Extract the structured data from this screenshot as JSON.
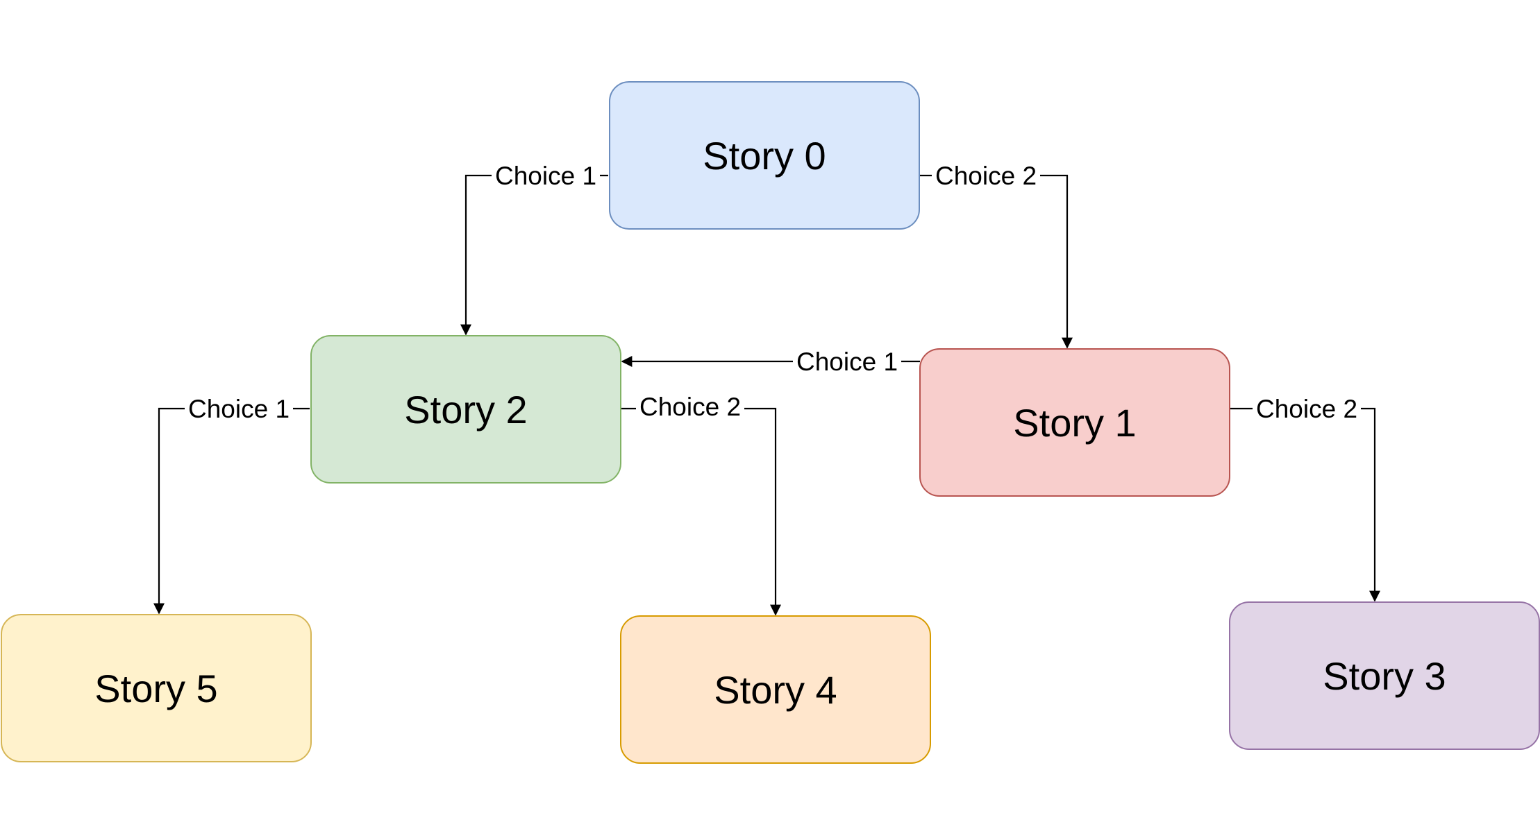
{
  "nodes": [
    {
      "id": "story-0",
      "label": "Story 0",
      "fill": "#dae8fc",
      "stroke": "#6c8ebf"
    },
    {
      "id": "story-1",
      "label": "Story 1",
      "fill": "#f8cecc",
      "stroke": "#b85450"
    },
    {
      "id": "story-2",
      "label": "Story 2",
      "fill": "#d5e8d4",
      "stroke": "#82b366"
    },
    {
      "id": "story-3",
      "label": "Story 3",
      "fill": "#e1d5e7",
      "stroke": "#9673a6"
    },
    {
      "id": "story-4",
      "label": "Story 4",
      "fill": "#ffe6cc",
      "stroke": "#d79b00"
    },
    {
      "id": "story-5",
      "label": "Story 5",
      "fill": "#fff2cc",
      "stroke": "#d6b656"
    }
  ],
  "edges": [
    {
      "id": "story0-choice1",
      "from": "story-0",
      "to": "story-2",
      "label": "Choice 1"
    },
    {
      "id": "story0-choice2",
      "from": "story-0",
      "to": "story-1",
      "label": "Choice 2"
    },
    {
      "id": "story1-choice1",
      "from": "story-1",
      "to": "story-2",
      "label": "Choice 1"
    },
    {
      "id": "story1-choice2",
      "from": "story-1",
      "to": "story-3",
      "label": "Choice 2"
    },
    {
      "id": "story2-choice1",
      "from": "story-2",
      "to": "story-5",
      "label": "Choice 1"
    },
    {
      "id": "story2-choice2",
      "from": "story-2",
      "to": "story-4",
      "label": "Choice 2"
    }
  ],
  "colors": {
    "edge": "#000000",
    "background": "#ffffff"
  }
}
